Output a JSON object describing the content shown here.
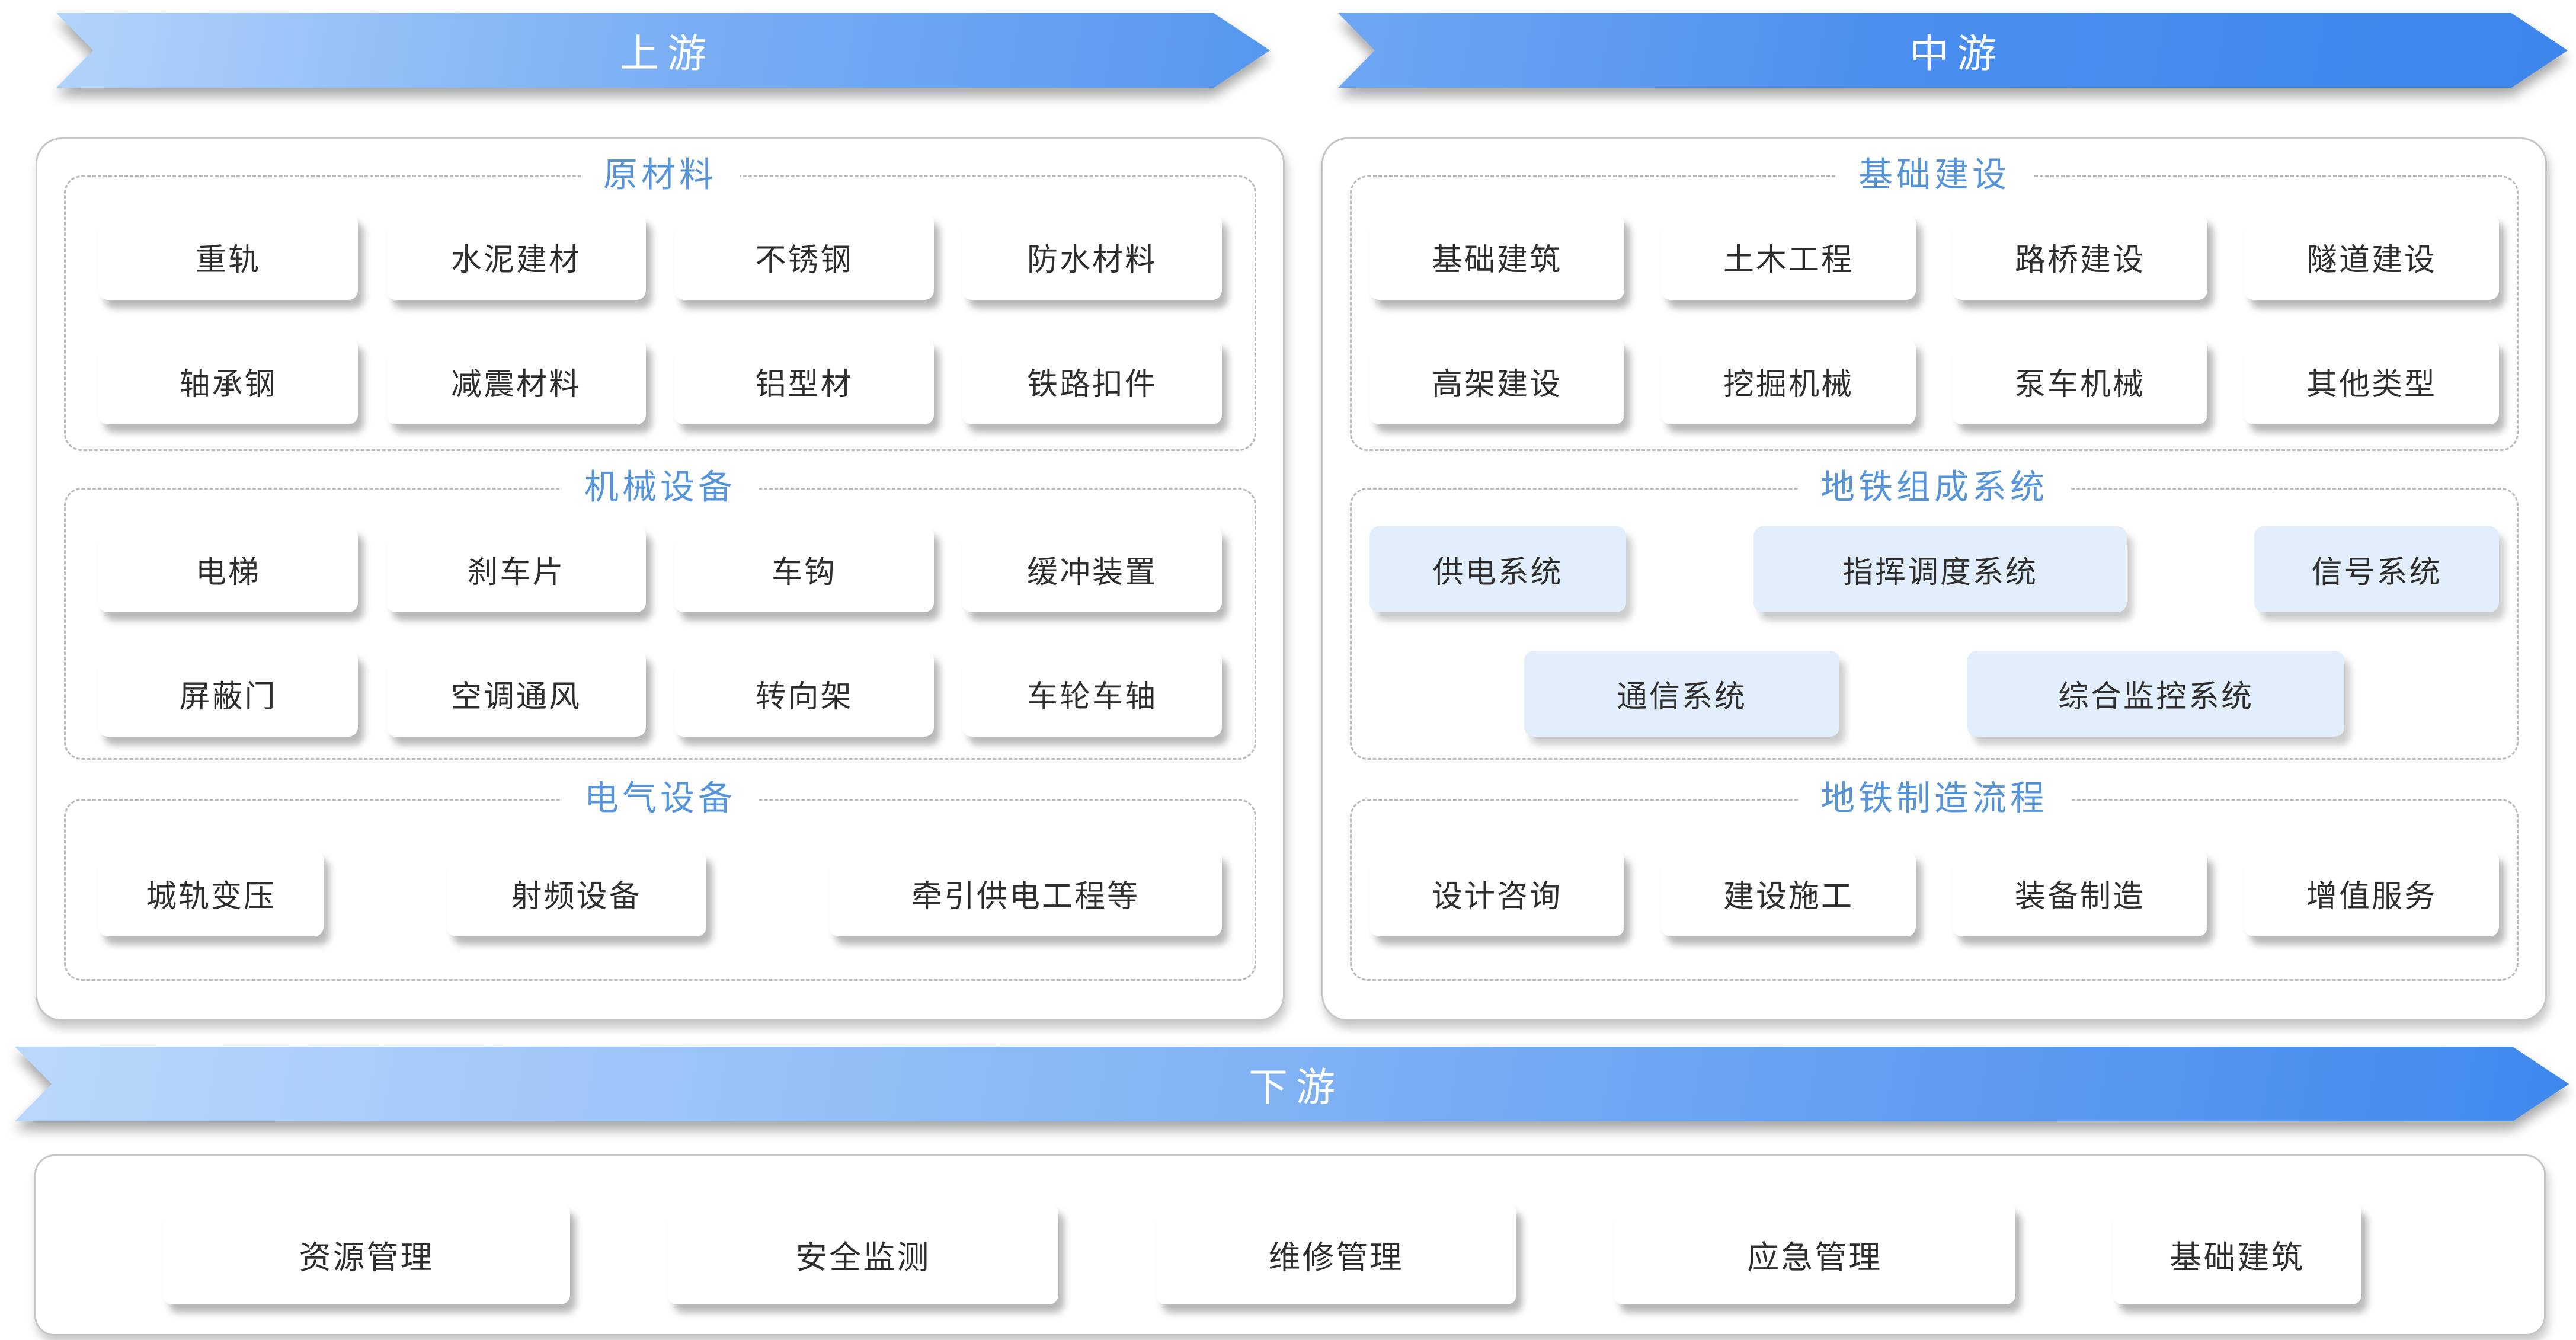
{
  "banners": {
    "upstream": "上游",
    "midstream": "中游",
    "downstream": "下游"
  },
  "upstream": {
    "sections": [
      {
        "title": "原材料",
        "rows": [
          [
            "重轨",
            "水泥建材",
            "不锈钢",
            "防水材料"
          ],
          [
            "轴承钢",
            "减震材料",
            "铝型材",
            "铁路扣件"
          ]
        ]
      },
      {
        "title": "机械设备",
        "rows": [
          [
            "电梯",
            "刹车片",
            "车钩",
            "缓冲装置"
          ],
          [
            "屏蔽门",
            "空调通风",
            "转向架",
            "车轮车轴"
          ]
        ]
      },
      {
        "title": "电气设备",
        "rows": [
          [
            "城轨变压",
            "射频设备",
            "牵引供电工程等"
          ]
        ]
      }
    ]
  },
  "midstream": {
    "sections": [
      {
        "title": "基础建设",
        "rows": [
          [
            "基础建筑",
            "土木工程",
            "路桥建设",
            "隧道建设"
          ],
          [
            "高架建设",
            "挖掘机械",
            "泵车机械",
            "其他类型"
          ]
        ]
      },
      {
        "title": "地铁组成系统",
        "rows": [
          [
            "供电系统",
            "指挥调度系统",
            "信号系统"
          ],
          [
            "通信系统",
            "综合监控系统"
          ]
        ]
      },
      {
        "title": "地铁制造流程",
        "rows": [
          [
            "设计咨询",
            "建设施工",
            "装备制造",
            "增值服务"
          ]
        ]
      }
    ]
  },
  "downstream": {
    "items": [
      "资源管理",
      "安全监测",
      "维修管理",
      "应急管理",
      "基础建筑"
    ]
  },
  "colors": {
    "banner_gradient_light": "#b3d4fa",
    "banner_gradient_dark": "#3e86ec",
    "section_title_blue": "#5694da",
    "highlight_box_fill": "#e2eefb",
    "box_text": "#2e2e2e",
    "dashed_border": "#b9b9b9",
    "panel_border": "#c6c6c6"
  }
}
